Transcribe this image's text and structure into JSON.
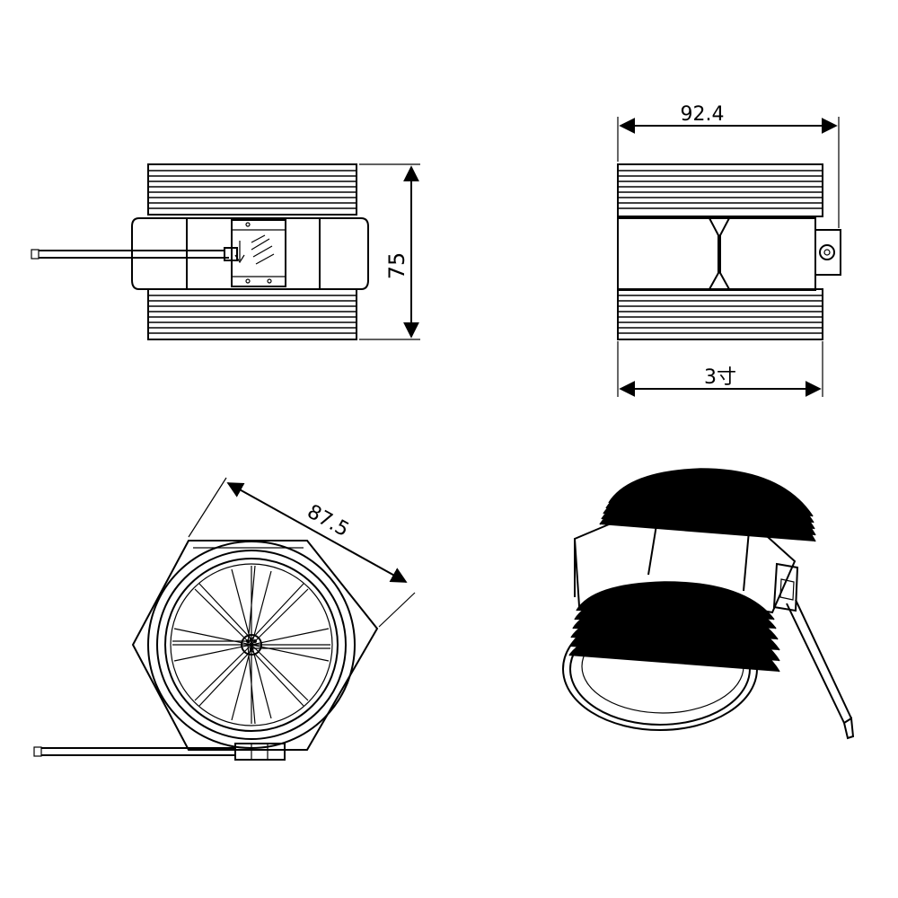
{
  "dimensions": {
    "height_side_view": "75",
    "length_top_view": "92.4",
    "thread_size": "3寸",
    "across_flats_end_view": "87.5"
  },
  "colors": {
    "line": "#000000",
    "background": "#ffffff"
  }
}
